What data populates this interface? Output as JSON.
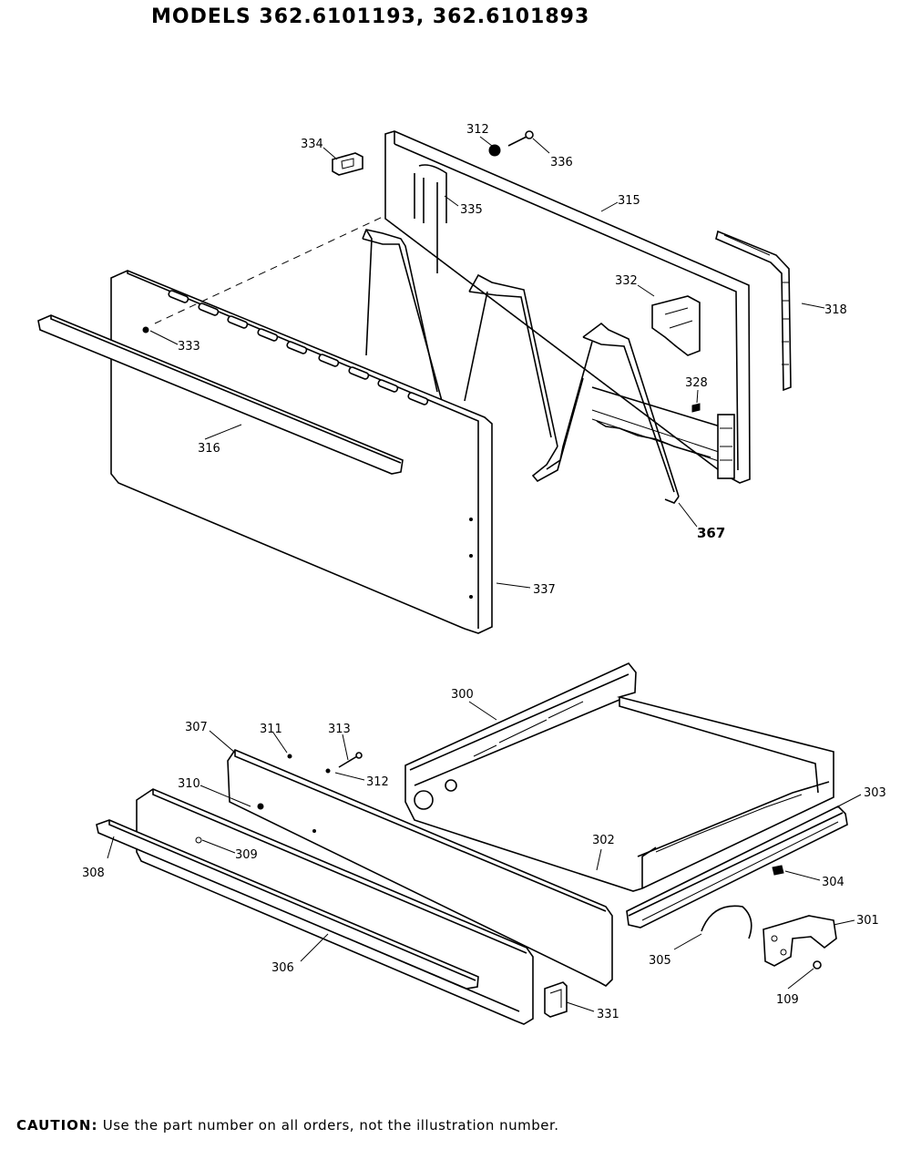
{
  "title": "MODELS 362.6101193, 362.6101893",
  "caution": {
    "label": "CAUTION:",
    "text": "Use the part number on all orders, not the illustration number."
  },
  "callouts": {
    "c300": "300",
    "c301": "301",
    "c302": "302",
    "c303": "303",
    "c304": "304",
    "c305": "305",
    "c306": "306",
    "c307": "307",
    "c308": "308",
    "c309": "309",
    "c310": "310",
    "c311": "311",
    "c312a": "312",
    "c312b": "312",
    "c313": "313",
    "c315": "315",
    "c316": "316",
    "c318": "318",
    "c328": "328",
    "c331": "331",
    "c332": "332",
    "c333": "333",
    "c334": "334",
    "c335": "335",
    "c336": "336",
    "c337": "337",
    "c367": "367",
    "c109": "109"
  }
}
